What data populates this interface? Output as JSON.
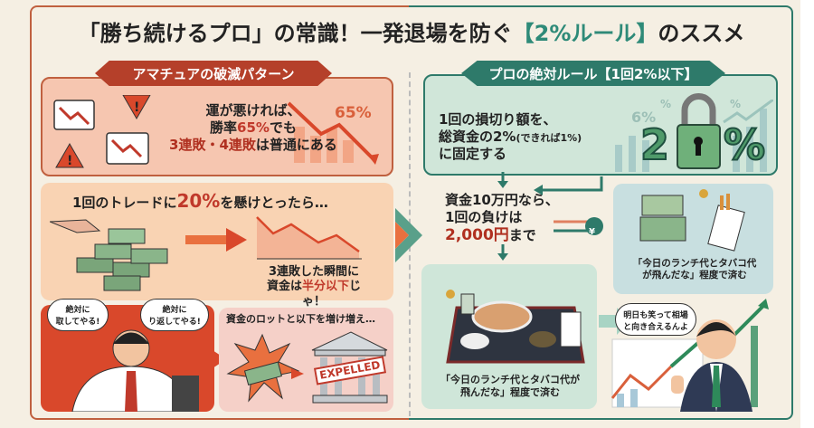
{
  "title": {
    "part1": "「勝ち続けるプロ」の常識！一発退場を防ぐ",
    "highlight": "【2%ルール】",
    "part2": "のススメ"
  },
  "amateur": {
    "header": "アマチュアの破滅パターン",
    "luck_line1": "運が悪ければ、",
    "luck_line2a": "勝率",
    "luck_line2b": "65%",
    "luck_line2c": "でも",
    "luck_line3a": "3連敗・4連敗",
    "luck_line3b": "は普通にある",
    "chart_label": "65%",
    "bet_a": "1回のトレードに",
    "bet_b": "20%",
    "bet_c": "を懸けとったら…",
    "loss_line1": "3連敗した瞬間に",
    "loss_line2a": "資金は",
    "loss_line2b": "半分以下",
    "loss_line2c": "じゃ！",
    "bubble1": "絶対に\n取してやる!",
    "bubble2": "絶対に\nり返してやる!",
    "lot_text": "資金のロットと以下を増け増え…",
    "expelled": "EXPELLED"
  },
  "pro": {
    "header": "プロの絶対ルール【1回2%以下】",
    "rule_line1": "1回の損切り額を、",
    "rule_line2a": "総資金の2%",
    "rule_line2b": "(できれば1%)",
    "rule_line3": "に固定する",
    "lock_2": "2",
    "lock_pct": "%",
    "bg_6": "6%",
    "bg_pct1": "%",
    "bg_pct2": "%",
    "example_line1": "資金10万円なら、",
    "example_line2": "1回の負けは",
    "example_line3a": "2,000円",
    "example_line3b": "まで",
    "yen": "¥",
    "lunch_top": "「今日のランチ代とタバコ代\nが飛んだな」程度で済む",
    "lunch_bottom": "「今日のランチ代とタバコ代が\n飛んだな」程度で済む",
    "bubble": "明日も笑って相場\nと向き合えるんよ"
  },
  "colors": {
    "amateur": "#c0603f",
    "amateur_dark": "#b5402a",
    "pro": "#2e7a6a",
    "highlight_red": "#c0392b",
    "highlight_green": "#2e8a78"
  }
}
